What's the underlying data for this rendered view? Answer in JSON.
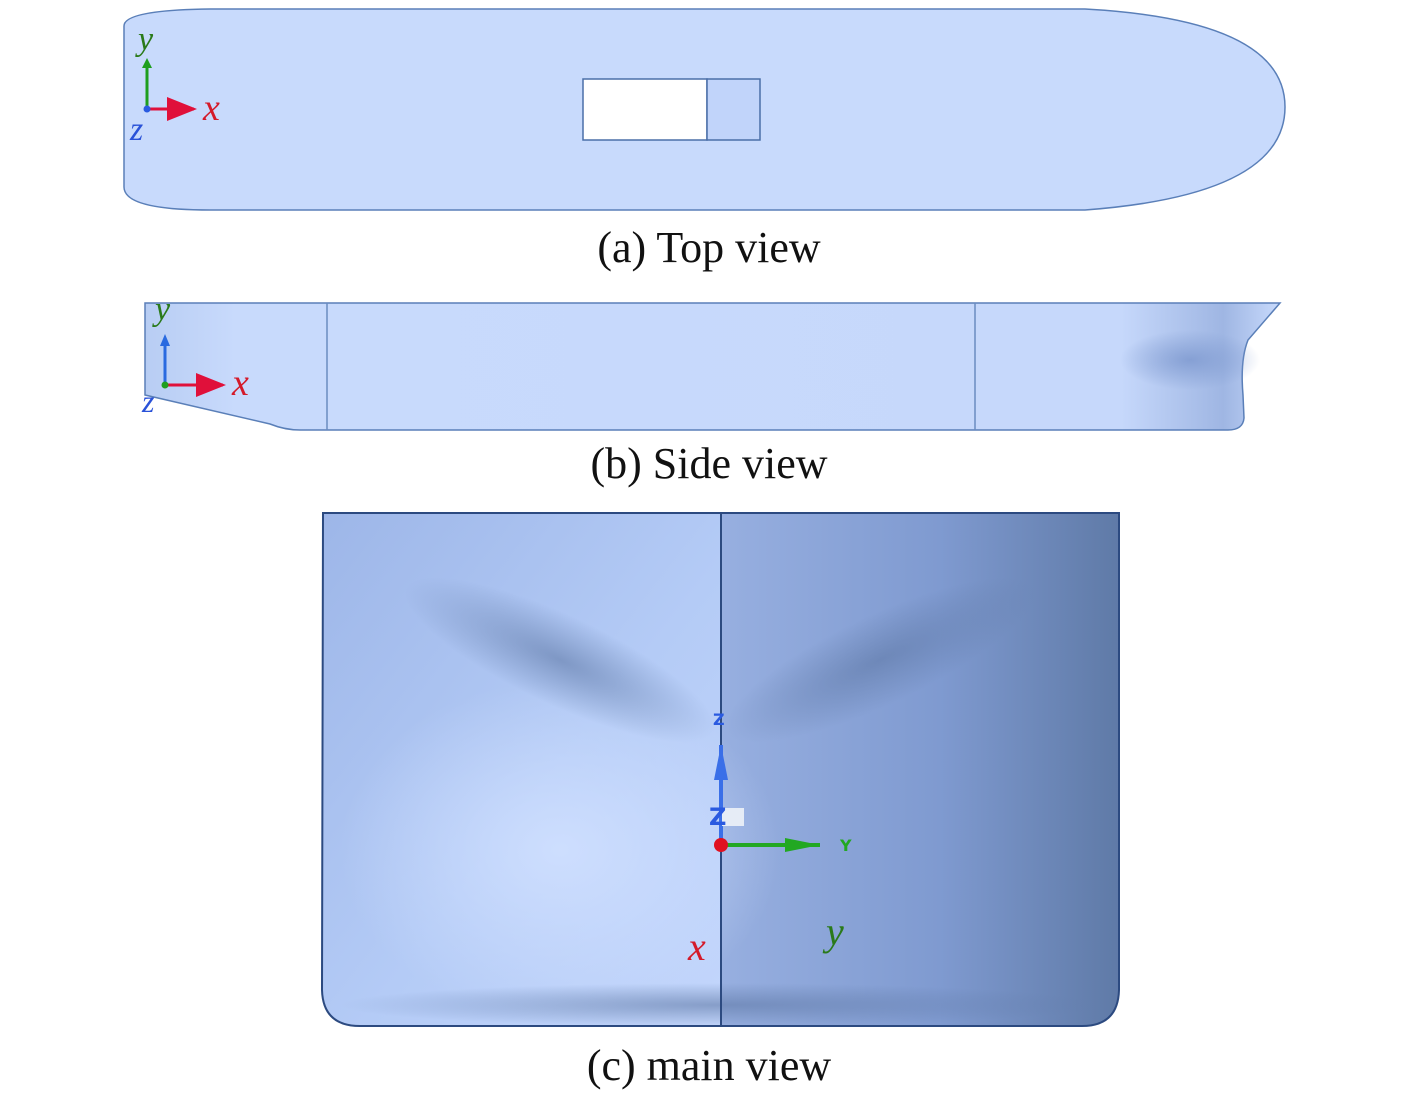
{
  "captions": {
    "top": "(a) Top view",
    "side": "(b) Side view",
    "main": "(c) main view"
  },
  "top_view": {
    "axis_labels": {
      "x": "x",
      "y": "y",
      "z": "z"
    }
  },
  "side_view": {
    "axis_labels": {
      "x": "x",
      "y": "y",
      "z": "z"
    }
  },
  "main_view": {
    "triad_labels": {
      "z": "Z",
      "z_small": "Z",
      "y": "Y"
    },
    "axis_labels": {
      "x": "x",
      "y": "y"
    }
  },
  "colors": {
    "hull_light": "#c8dafc",
    "hull_edge": "#4a6fa8",
    "axis_x": "#e0103a",
    "axis_y": "#1e9e1e",
    "axis_z": "#2a5ae0",
    "label_x": "#d41a2a",
    "label_y": "#2a7a1a",
    "label_z": "#2a52d8"
  }
}
